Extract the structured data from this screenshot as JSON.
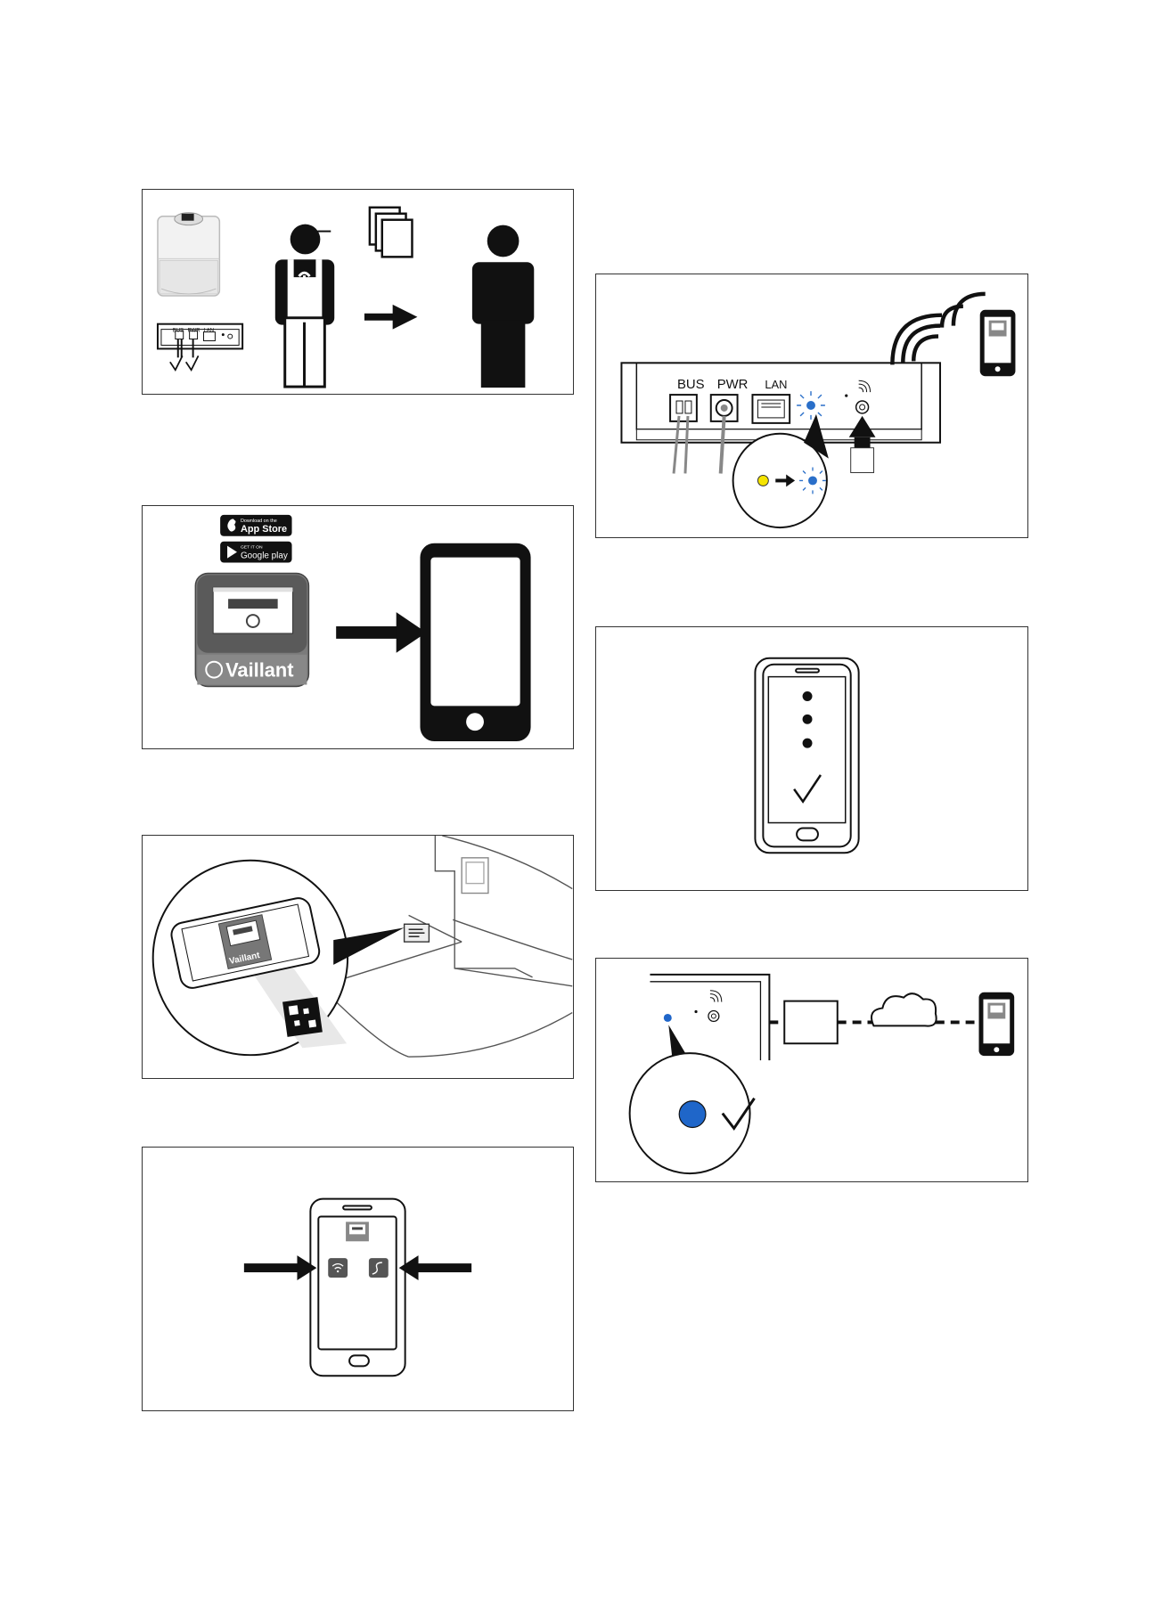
{
  "panels": {
    "handover": {
      "ports": {
        "bus": "BUS",
        "pwr": "PWR",
        "lan": "LAN"
      }
    },
    "install_app": {
      "app_store": {
        "small": "Download on the",
        "big": "App Store"
      },
      "google_play": {
        "small": "GET IT ON",
        "big": "Google play"
      },
      "brand": "Vaillant"
    },
    "pairing": {
      "ports": {
        "bus": "BUS",
        "pwr": "PWR",
        "lan": "LAN"
      },
      "led_from_color": "#f5e400",
      "led_to_color": "#2a6fc9"
    },
    "scan_code": {
      "brand": "Vaillant"
    },
    "connected": {
      "status_color": "#1f66c9"
    }
  },
  "colors": {
    "ink": "#111111",
    "frame": "#333333",
    "accent_blue": "#2a6fc9",
    "led_yellow": "#f5e400"
  }
}
